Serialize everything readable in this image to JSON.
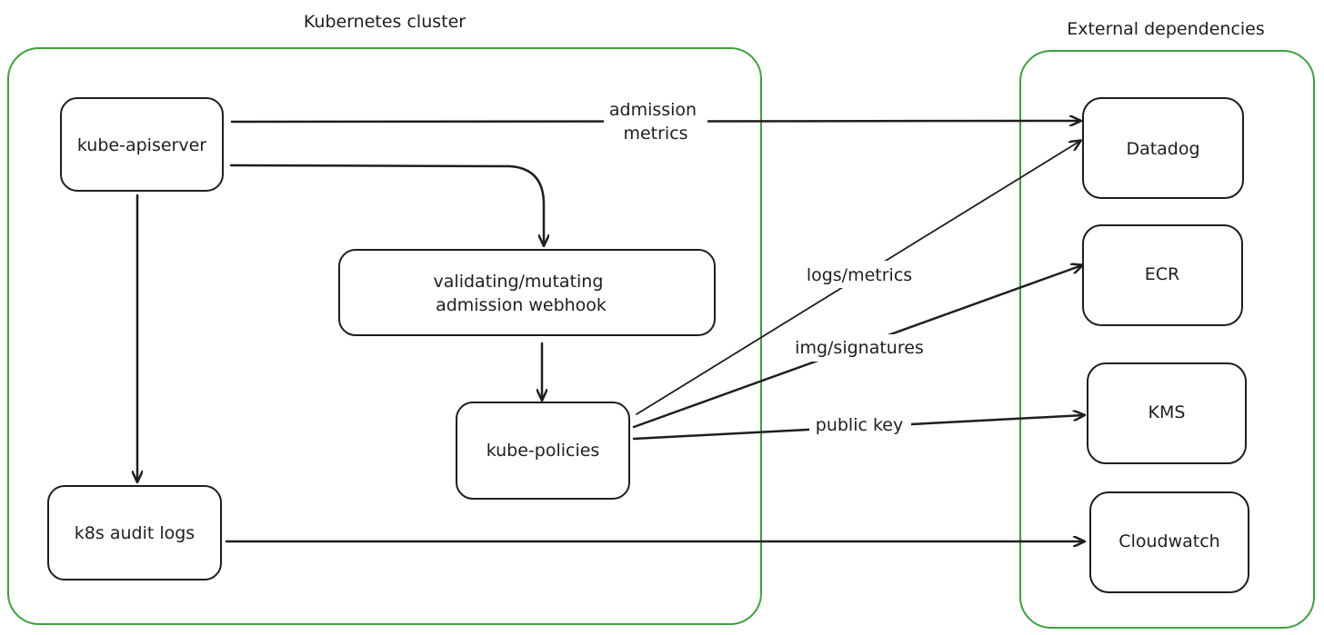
{
  "colors": {
    "group_stroke": "#3aa33a",
    "stroke": "#1e1e1e",
    "background": "#ffffff"
  },
  "groups": {
    "cluster": {
      "label": "Kubernetes cluster"
    },
    "external": {
      "label": "External dependencies"
    }
  },
  "nodes": {
    "apiserver": {
      "label": "kube-apiserver"
    },
    "webhook": {
      "line1": "validating/mutating",
      "line2": "admission webhook"
    },
    "policies": {
      "label": "kube-policies"
    },
    "auditlogs": {
      "label": "k8s audit logs"
    },
    "datadog": {
      "label": "Datadog"
    },
    "ecr": {
      "label": "ECR"
    },
    "kms": {
      "label": "KMS"
    },
    "cloudwatch": {
      "label": "Cloudwatch"
    }
  },
  "edges": {
    "apiserver_datadog": {
      "line1": "admission",
      "line2": "metrics"
    },
    "policies_datadog": {
      "label": "logs/metrics"
    },
    "policies_ecr": {
      "label": "img/signatures"
    },
    "policies_kms": {
      "label": "public key"
    }
  }
}
